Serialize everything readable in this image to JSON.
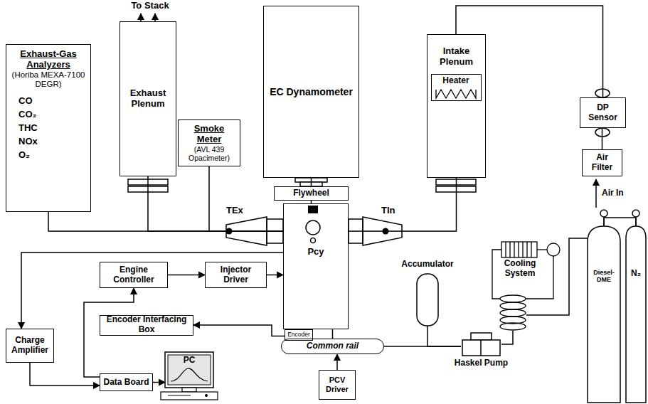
{
  "diagram": {
    "nodes": [
      {
        "text": [
          "Exhaust-Gas Analyzers",
          "(Horiba MEXA-7100 DEGR)",
          "CO",
          "CO₂",
          "THC",
          "NOx",
          "O₂"
        ]
      },
      {
        "text": [
          "Exhaust Plenum"
        ]
      },
      {
        "text": [
          "Smoke Meter",
          "(AVL 439 Opacimeter)"
        ]
      },
      {
        "text": [
          "EC Dynamometer"
        ]
      },
      {
        "text": [
          "Intake Plenum"
        ]
      },
      {
        "text": [
          "Heater"
        ],
        "in": 4
      },
      {
        "text": [
          "DP Sensor"
        ]
      },
      {
        "text": [
          "Air Filter"
        ]
      },
      {
        "text": [
          "Flywheel"
        ]
      },
      {
        "text": [
          "Pcy"
        ]
      },
      {
        "text": [
          "Encoder"
        ]
      },
      {
        "text": [
          "Engine Controller"
        ]
      },
      {
        "text": [
          "Injector Driver"
        ]
      },
      {
        "text": [
          "Encoder Interfacing Box"
        ]
      },
      {
        "text": [
          "Charge Amplifier"
        ]
      },
      {
        "text": [
          "Data Board"
        ]
      },
      {
        "text": [
          "PC"
        ]
      },
      {
        "text": [
          "Common rail"
        ]
      },
      {
        "text": [
          "PCV Driver"
        ]
      },
      {
        "text": [
          "Accumulator"
        ]
      },
      {
        "text": [
          "Cooling System"
        ]
      },
      {
        "text": [
          "Haskel Pump"
        ]
      },
      {
        "text": [
          "Diesel-DME"
        ]
      },
      {
        "text": [
          "N₂"
        ]
      }
    ],
    "edges": [
      {
        "from": 1,
        "to": 9,
        "arrow": "none"
      },
      {
        "from": 0,
        "to": 9,
        "arrow": "none"
      },
      {
        "from": 2,
        "to": 9,
        "arrow": "none"
      },
      {
        "from": 3,
        "to": 8,
        "arrow": "none"
      },
      {
        "from": 8,
        "to": 9,
        "arrow": "none"
      },
      {
        "from": 4,
        "to": 9,
        "arrow": "none"
      },
      {
        "from": 6,
        "to": 4,
        "arrow": "none"
      },
      {
        "from": 7,
        "to": 6,
        "arrow": "none"
      },
      {
        "from": 11,
        "to": 12,
        "arrow": "to"
      },
      {
        "from": 12,
        "to": 9,
        "arrow": "to"
      },
      {
        "from": 10,
        "to": 13,
        "arrow": "to"
      },
      {
        "from": 15,
        "to": 11,
        "arrow": "to"
      },
      {
        "from": 9,
        "to": 14,
        "arrow": "to"
      },
      {
        "from": 14,
        "to": 15,
        "arrow": "to"
      },
      {
        "from": 15,
        "to": 16,
        "arrow": "to"
      },
      {
        "from": 18,
        "to": 17,
        "arrow": "to"
      },
      {
        "from": 17,
        "to": 9,
        "arrow": "none"
      },
      {
        "from": 19,
        "to": 21,
        "arrow": "none"
      },
      {
        "from": 17,
        "to": 21,
        "arrow": "none"
      },
      {
        "from": 21,
        "to": 20,
        "arrow": "none"
      },
      {
        "from": 20,
        "to": 22,
        "arrow": "none"
      },
      {
        "from": 22,
        "to": 23,
        "arrow": "none"
      }
    ],
    "labels": [
      "To Stack",
      "Air In",
      "TEx",
      "TIn"
    ]
  }
}
